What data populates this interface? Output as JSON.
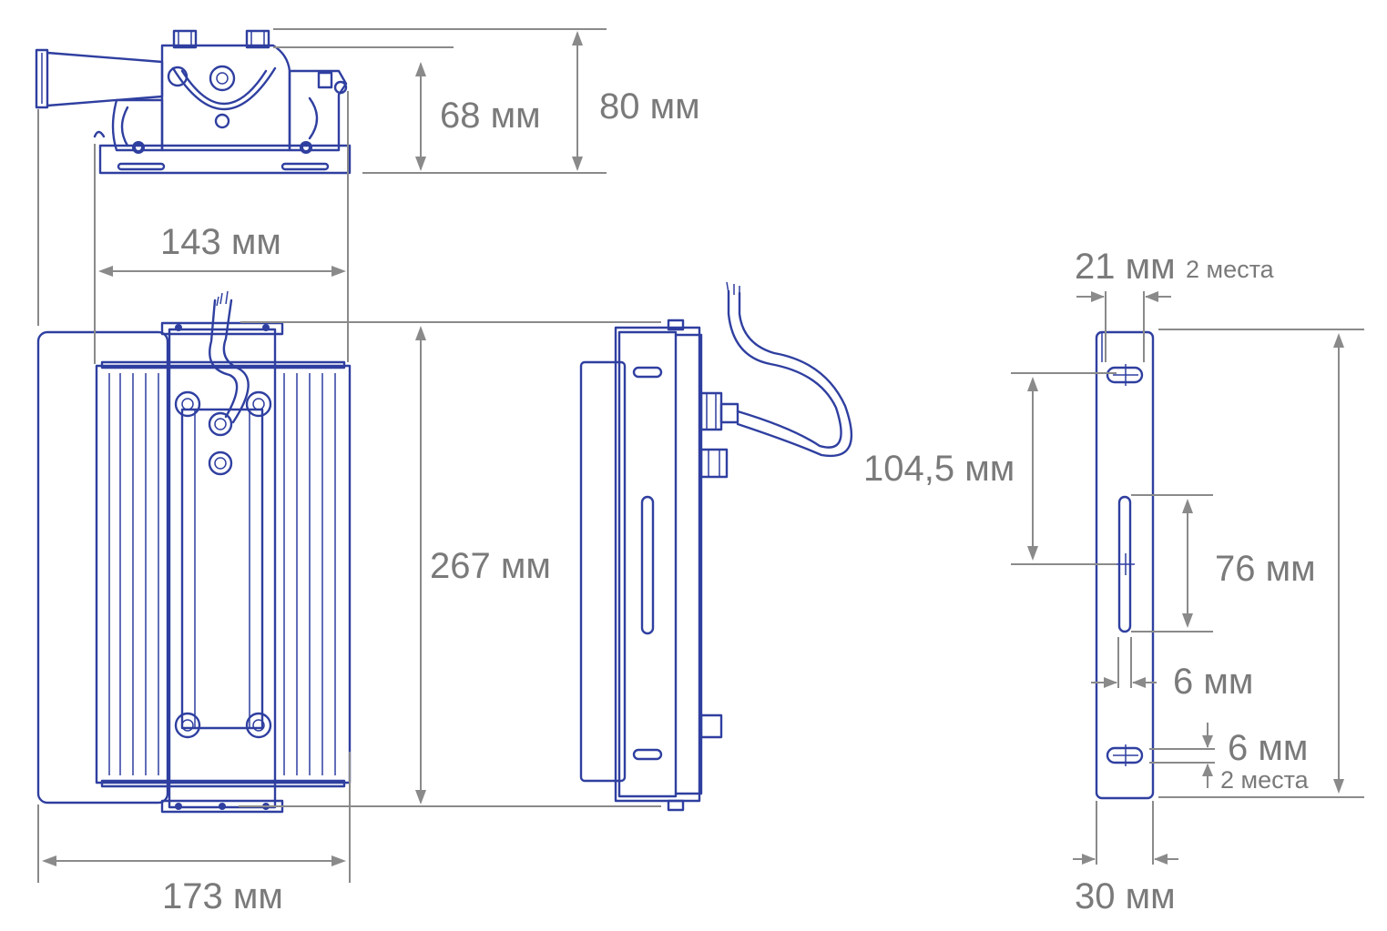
{
  "colors": {
    "drawing": "#2f3fa0",
    "dimension": "#8a8a8a",
    "text": "#7a7a7a",
    "background": "#ffffff"
  },
  "dimensions": {
    "top_view_height_68": "68 мм",
    "top_view_height_80": "80 мм",
    "bracket_width_143": "143 мм",
    "body_height_267": "267 мм",
    "body_width_173": "173 мм",
    "bracket_slot_21": "21 мм",
    "bracket_slot_21_note": "2 места",
    "bracket_spacing_104": "104,5 мм",
    "bracket_long_slot_76": "76 мм",
    "bracket_slot_width_6": "6 мм",
    "bracket_small_slot_6": "6 мм",
    "bracket_small_slot_note": "2 места",
    "bracket_width_30": "30 мм"
  }
}
